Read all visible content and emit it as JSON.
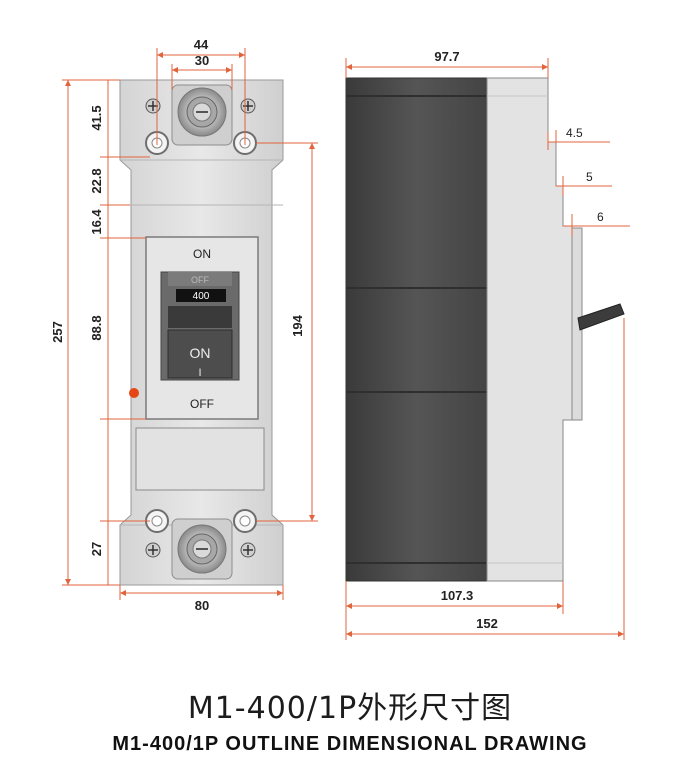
{
  "front_view": {
    "dim_top_outer": "44",
    "dim_top_inner": "30",
    "dim_left_41_5": "41.5",
    "dim_left_22_8": "22.8",
    "dim_left_16_4": "16.4",
    "dim_left_88_8": "88.8",
    "dim_left_27": "27",
    "dim_overall_height": "257",
    "dim_right_194": "194",
    "dim_bottom_width": "80",
    "label_on": "ON",
    "label_off": "OFF",
    "rating_badge": "400",
    "handle_text": "ON",
    "handle_marker": "I",
    "handle_hidden_text": "OFF"
  },
  "side_view": {
    "dim_top_width": "97.7",
    "dim_step_1": "4.5",
    "dim_step_2": "5",
    "dim_step_3": "6",
    "dim_bottom_107": "107.3",
    "dim_bottom_152": "152"
  },
  "titles": {
    "chinese": "M1-400/1P外形尺寸图",
    "english": "M1-400/1P OUTLINE DIMENSIONAL DRAWING"
  },
  "colors": {
    "dimension_line": "#e0643c",
    "body_gray": "#dcdcdc",
    "dark_housing": "#4a4a4a",
    "indicator_dot": "#e64614"
  }
}
